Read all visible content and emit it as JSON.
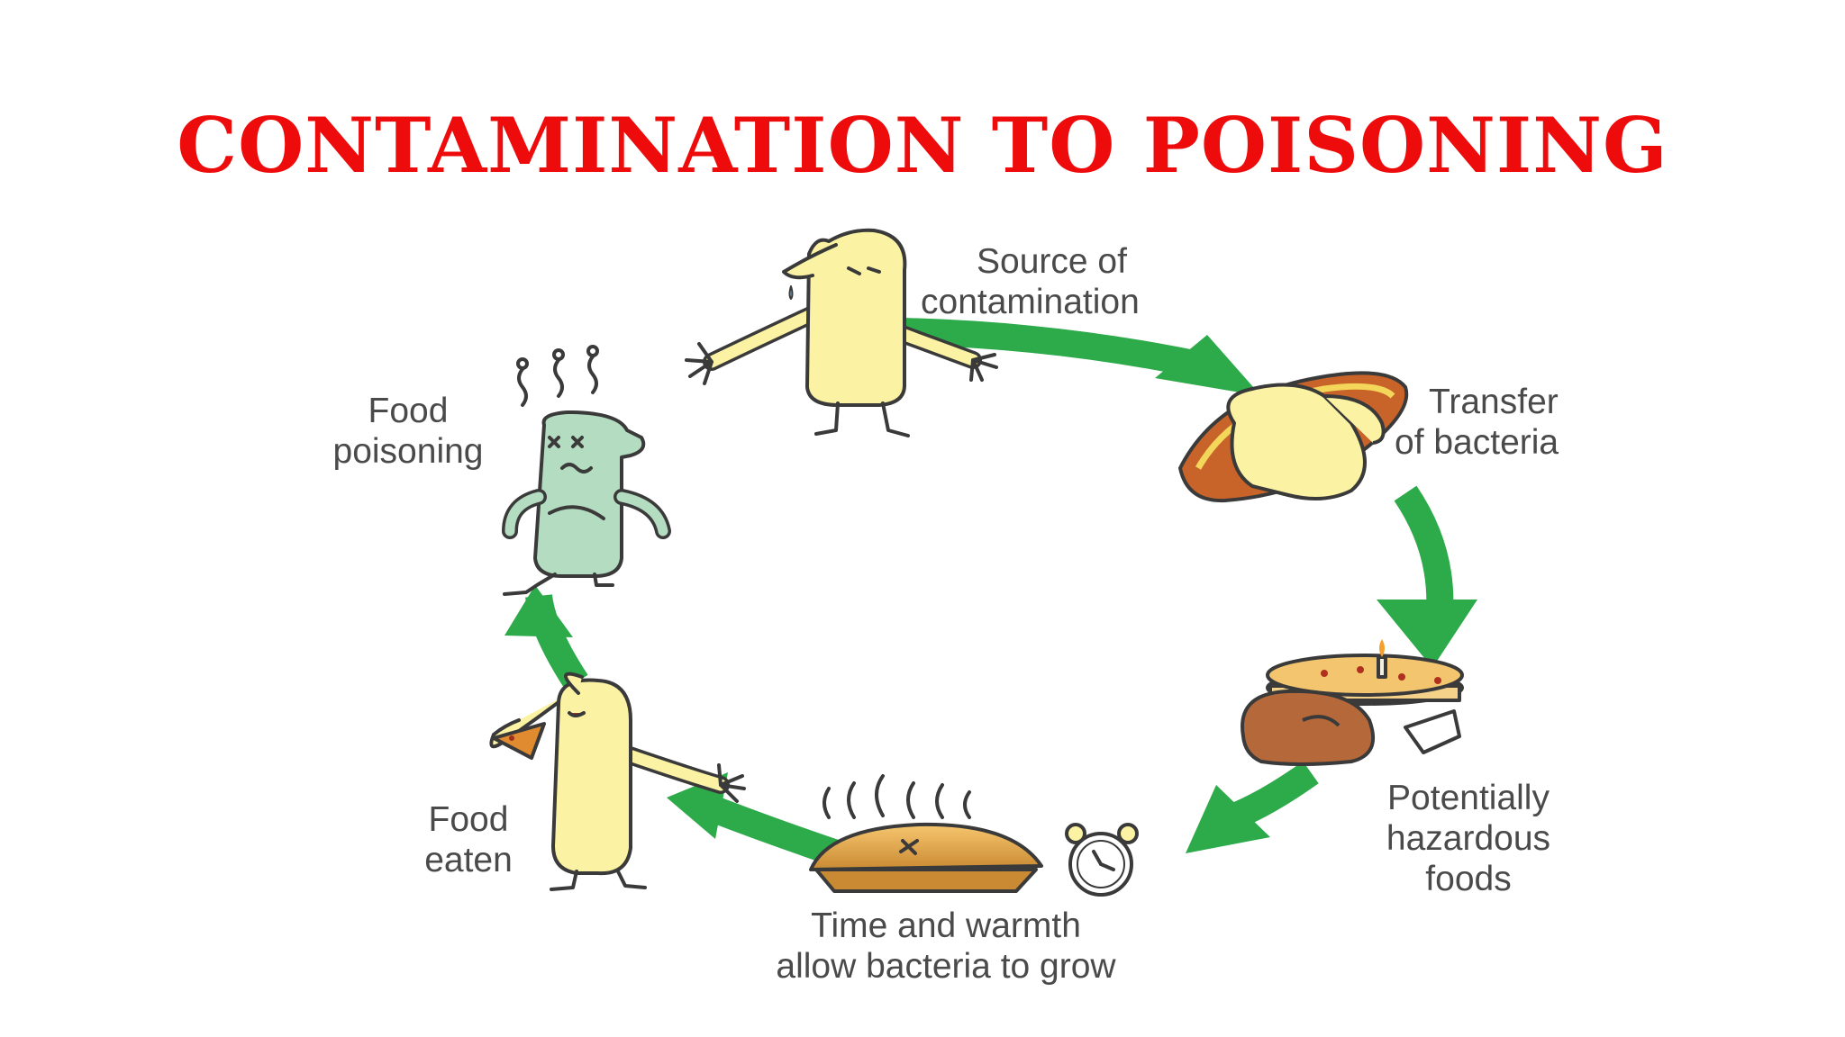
{
  "title": "Contamination to Poisoning",
  "colors": {
    "title": "#ee0b0b",
    "arrow": "#2daa4a",
    "character_yellow": "#fbf3a3",
    "character_green": "#b4dcc0",
    "outline": "#3a3a3a",
    "food_brown": "#c8642a",
    "label_text": "#4a4a4a"
  },
  "cycle": {
    "stages": [
      {
        "id": "source",
        "lines": [
          "Source of",
          "contamination"
        ],
        "icon": "sneezing-person-icon"
      },
      {
        "id": "transfer",
        "lines": [
          "Transfer",
          "of bacteria"
        ],
        "icon": "hand-holding-hotdog-icon"
      },
      {
        "id": "hazardous",
        "lines": [
          "Potentially",
          "hazardous",
          "foods"
        ],
        "icon": "food-stack-icon"
      },
      {
        "id": "time",
        "lines": [
          "Time and warmth",
          "allow bacteria to grow"
        ],
        "icon": "steaming-pie-clock-icon"
      },
      {
        "id": "eaten",
        "lines": [
          "Food",
          "eaten"
        ],
        "icon": "person-eating-icon"
      },
      {
        "id": "poisoning",
        "lines": [
          "Food",
          "poisoning"
        ],
        "icon": "sick-person-icon"
      }
    ]
  }
}
